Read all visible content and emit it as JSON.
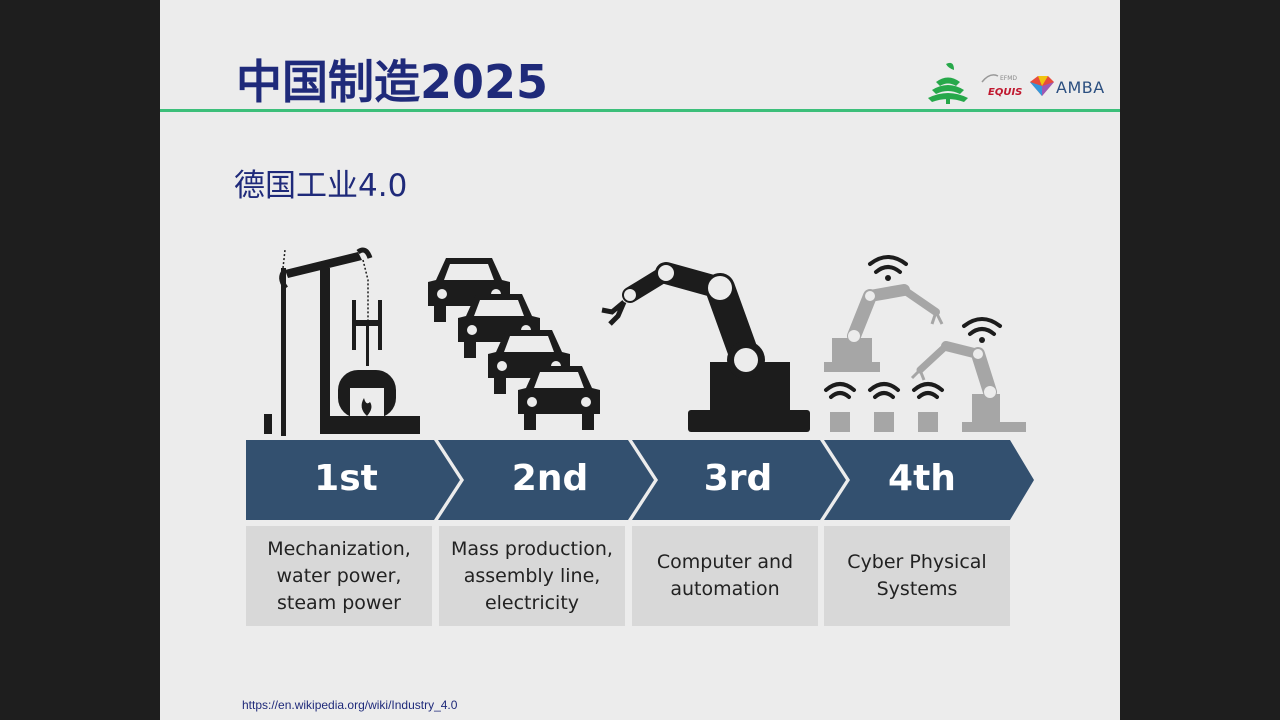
{
  "title": "中国制造2025",
  "subtitle": "德国工业4.0",
  "logos": {
    "equis": "EQUIS",
    "amba": "AMBA"
  },
  "stages": [
    {
      "label": "1st",
      "description": "Mechanization, water power, steam power",
      "icon": "oil-pump-furnace-icon"
    },
    {
      "label": "2nd",
      "description": "Mass production, assembly line, electricity",
      "icon": "car-assembly-line-icon"
    },
    {
      "label": "3rd",
      "description": "Computer and automation",
      "icon": "robot-arm-icon"
    },
    {
      "label": "4th",
      "description": "Cyber Physical Systems",
      "icon": "connected-robots-wifi-icon"
    }
  ],
  "source": "https://en.wikipedia.org/wiki/Industry_4.0",
  "colors": {
    "title": "#1f2a7a",
    "rule": "#3cbf7a",
    "chevron": "#33506f",
    "desc_bg": "#d8d8d8",
    "icon_dark": "#1c1c1c",
    "icon_light": "#a6a6a6"
  }
}
